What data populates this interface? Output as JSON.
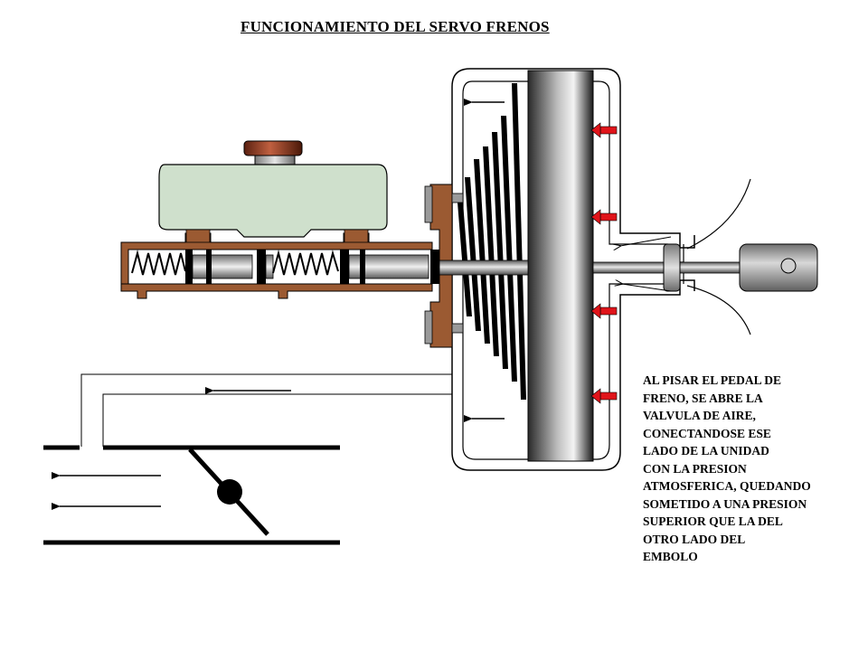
{
  "title": "FUNCIONAMIENTO  DEL SERVO FRENOS",
  "caption_lines": [
    "AL PISAR EL PEDAL DE",
    "FRENO, SE ABRE LA",
    "VALVULA DE AIRE,",
    "CONECTANDOSE ESE",
    "LADO DE LA UNIDAD",
    "CON LA PRESION",
    "ATMOSFERICA, QUEDANDO",
    "SOMETIDO A UNA PRESION",
    "SUPERIOR QUE LA DEL",
    "OTRO LADO DEL",
    "EMBOLO"
  ],
  "colors": {
    "reservoir": "#cfe0cc",
    "reservoir_cap": "#8b3a22",
    "housing_brown": "#9b5a32",
    "pressure_arrow": "#e0141a",
    "seal": "#000000",
    "background": "#ffffff"
  }
}
